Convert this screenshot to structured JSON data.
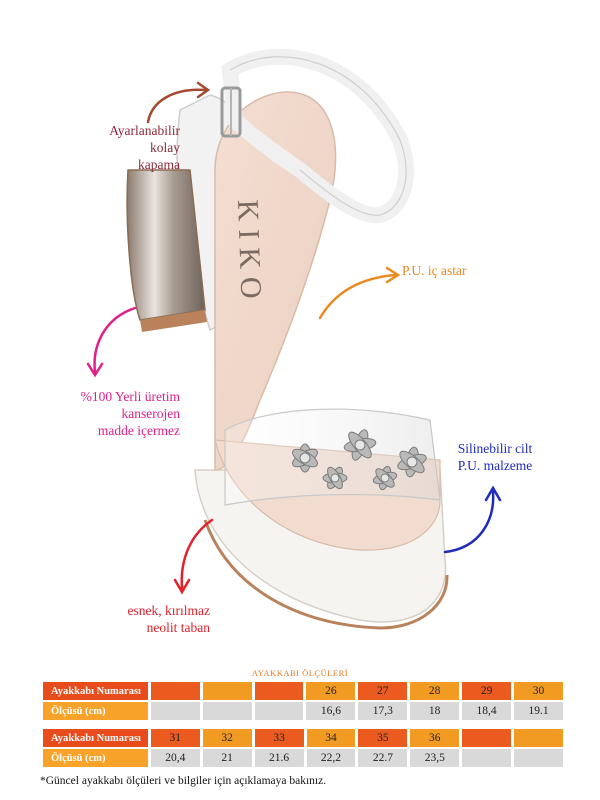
{
  "brand": "KIKO",
  "features": {
    "buckle": [
      "Ayarlanabilir",
      "kolay",
      "kapama"
    ],
    "lining": [
      "P.U. iç astar"
    ],
    "local": [
      "%100 Yerli üretim",
      "kanserojen",
      "madde içermez"
    ],
    "material": [
      "Silinebilir cilt",
      "P.U. malzeme"
    ],
    "sole": [
      "esnek, kırılmaz",
      "neolit  taban"
    ]
  },
  "colors": {
    "buckle_arrow": "#a4482f",
    "lining_arrow": "#e98a1f",
    "local_arrow": "#e0208a",
    "material_arrow": "#1f2bbd",
    "sole_arrow": "#e2212a",
    "table_orange": "#f29b22",
    "table_red": "#e84c1d",
    "table_grey": "#d9d9d9"
  },
  "size_chart": {
    "title": "AYAKKABI ÖLÇÜLERİ",
    "number_label": "Ayakkabı Numarası",
    "cm_label": "Ölçüsü (cm)",
    "table1": {
      "numbers": [
        "",
        "",
        "",
        "26",
        "27",
        "28",
        "29",
        "30"
      ],
      "cms": [
        "",
        "",
        "",
        "16,6",
        "17,3",
        "18",
        "18,4",
        "19.1"
      ]
    },
    "table2": {
      "numbers": [
        "31",
        "32",
        "33",
        "34",
        "35",
        "36",
        "",
        ""
      ],
      "cms": [
        "20,4",
        "21",
        "21.6",
        "22,2",
        "22.7",
        "23,5",
        "",
        ""
      ]
    }
  },
  "footnote": "*Güncel ayakkabı ölçüleri ve bilgiler için açıklamaya bakınız."
}
